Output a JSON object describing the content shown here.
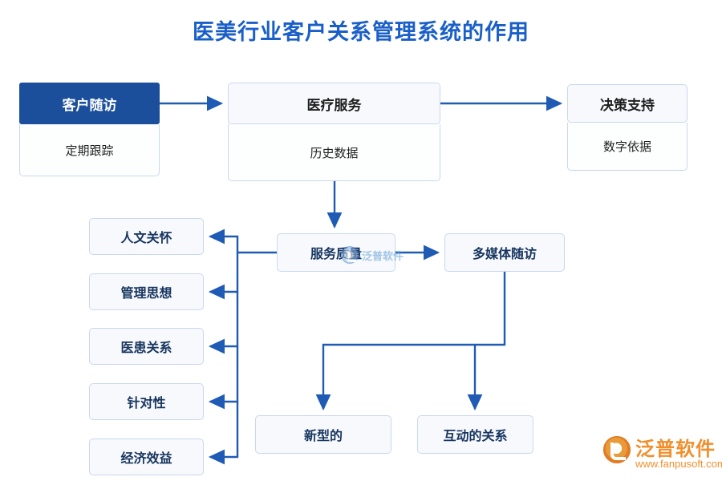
{
  "page": {
    "title": "医美行业客户关系管理系统的作用",
    "title_color": "#1a5fc8",
    "accent_color": "#1b4f9c",
    "arrow_color": "#1f5bb5",
    "background": "#ffffff"
  },
  "diagram": {
    "type": "flowchart",
    "nodes": [
      {
        "id": "khsf",
        "label": "客户随访",
        "style": "filled-header"
      },
      {
        "id": "khsf_body",
        "label": "定期跟踪",
        "style": "body"
      },
      {
        "id": "ylfw",
        "label": "医疗服务",
        "style": "header"
      },
      {
        "id": "ylfw_body",
        "label": "历史数据",
        "style": "body"
      },
      {
        "id": "jczc",
        "label": "决策支持",
        "style": "header"
      },
      {
        "id": "jczc_body",
        "label": "数字依据",
        "style": "body"
      },
      {
        "id": "fwzl",
        "label": "服务质量",
        "style": "header"
      },
      {
        "id": "dmtsf",
        "label": "多媒体随访",
        "style": "header"
      },
      {
        "id": "rwgh",
        "label": "人文关怀",
        "style": "small"
      },
      {
        "id": "glsx",
        "label": "管理思想",
        "style": "small"
      },
      {
        "id": "hhgx",
        "label": "医患关系",
        "style": "small"
      },
      {
        "id": "zdx",
        "label": "针对性",
        "style": "small"
      },
      {
        "id": "jjxy",
        "label": "经济效益",
        "style": "small"
      },
      {
        "id": "xxd",
        "label": "新型的",
        "style": "small"
      },
      {
        "id": "hdgx",
        "label": "互动的关系",
        "style": "small"
      }
    ],
    "edges": [
      {
        "from": "khsf",
        "to": "ylfw"
      },
      {
        "from": "ylfw",
        "to": "jczc"
      },
      {
        "from": "ylfw",
        "to": "fwzl"
      },
      {
        "from": "fwzl",
        "to": "dmtsf"
      },
      {
        "from": "fwzl",
        "to": "rwgh"
      },
      {
        "from": "fwzl",
        "to": "glsx"
      },
      {
        "from": "fwzl",
        "to": "hhgx"
      },
      {
        "from": "fwzl",
        "to": "zdx"
      },
      {
        "from": "fwzl",
        "to": "jjxy"
      },
      {
        "from": "dmtsf",
        "to": "xxd"
      },
      {
        "from": "dmtsf",
        "to": "hdgx"
      }
    ]
  },
  "watermarks": {
    "center": {
      "text": "泛普软件",
      "color": "#5c9ad6"
    },
    "logo": {
      "brand": "泛普软件",
      "url": "www.fanpusoft.com",
      "color": "#f08a22"
    }
  }
}
